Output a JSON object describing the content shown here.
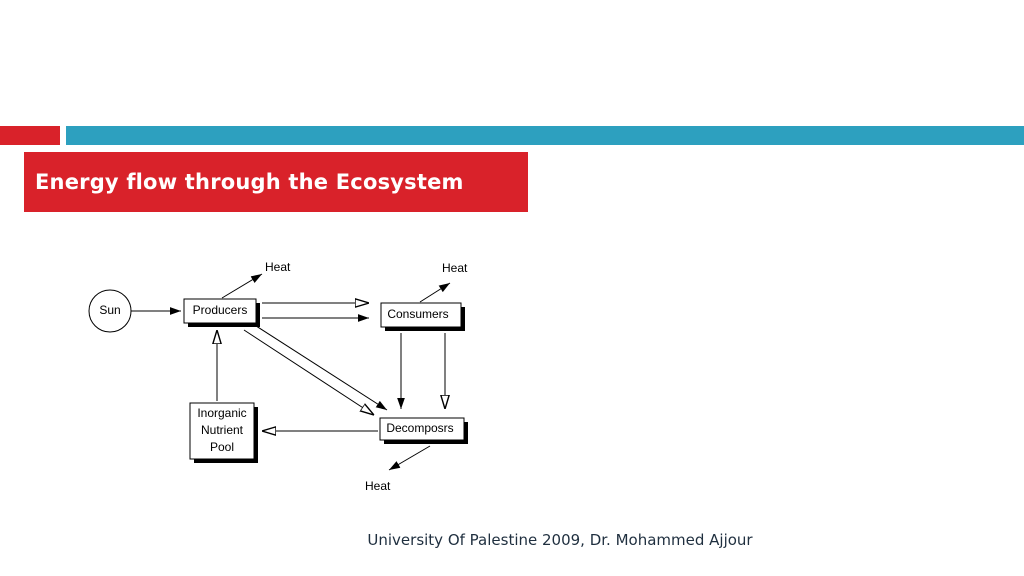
{
  "slide": {
    "title": "Energy flow through the Ecosystem",
    "footer": "University Of Palestine 2009, Dr. Mohammed Ajjour",
    "colors": {
      "accent_red": "#d9222a",
      "accent_blue": "#2da0bf"
    }
  },
  "diagram": {
    "nodes": {
      "sun": "Sun",
      "producers": "Producers",
      "consumers": "Consumers",
      "decomposers": "Decomposrs",
      "pool_line1": "Inorganic",
      "pool_line2": "Nutrient",
      "pool_line3": "Pool"
    },
    "heat_labels": [
      "Heat",
      "Heat",
      "Heat"
    ]
  }
}
